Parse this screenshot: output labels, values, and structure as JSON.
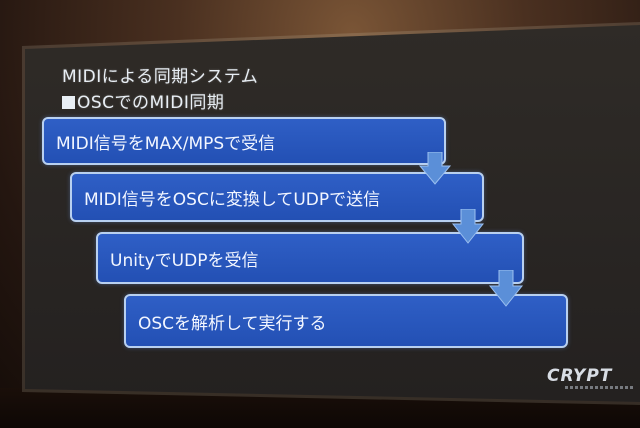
{
  "slide": {
    "title_line1": "MIDIによる同期システム",
    "title_line2": "OSCでのMIDI同期",
    "steps": [
      {
        "label": "MIDI信号をMAX/MPSで受信"
      },
      {
        "label": "MIDI信号をOSCに変換してUDPで送信"
      },
      {
        "label": "UnityでUDPを受信"
      },
      {
        "label": "OSCを解析して実行する"
      }
    ],
    "logo_text": "CRYPT",
    "colors": {
      "step_fill": "#2a58be",
      "step_border": "#b8d0f0",
      "arrow": "#5b8fd8",
      "slide_bg": "#2a2724"
    }
  }
}
